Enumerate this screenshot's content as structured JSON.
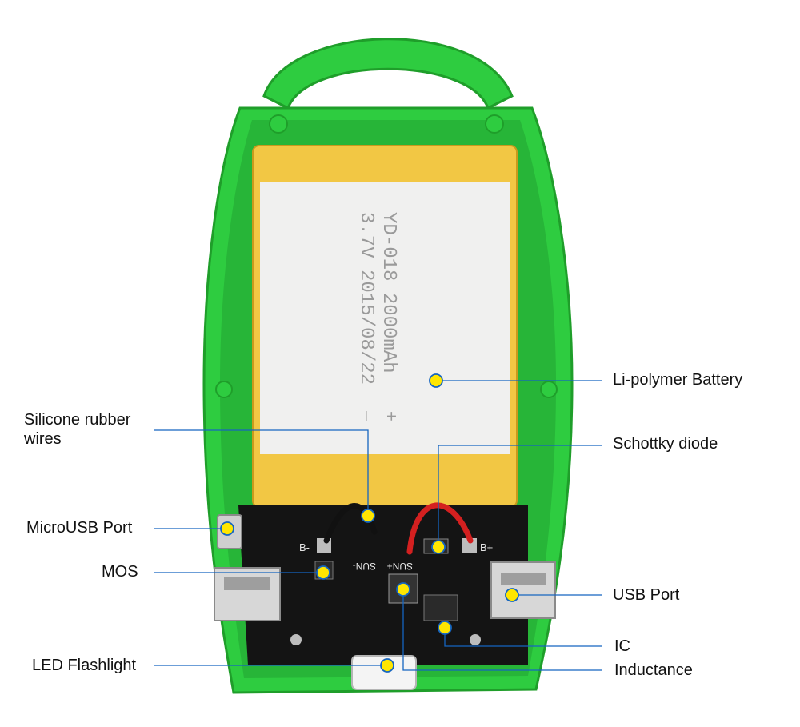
{
  "colors": {
    "shell_green": "#2ecc40",
    "shell_dark": "#1f9e2a",
    "battery_yellow": "#f2c744",
    "battery_body": "#f0f0ef",
    "pcb_black": "#141414",
    "callout_line": "#1565c0",
    "marker_fill": "#ffe600",
    "wire_red": "#d42020",
    "wire_black": "#111111"
  },
  "battery_print": {
    "line1": "YD-018 2000mAh",
    "line2": "3.7V 2015/08/22",
    "minus": "–",
    "plus": "+"
  },
  "pcb_print": {
    "b_minus": "B-",
    "b_plus": "B+",
    "sun_minus": "SUN-",
    "sun_plus": "SUN+"
  },
  "labels": {
    "li_polymer_battery": "Li-polymer Battery",
    "silicone_rubber_wires": "Silicone rubber wires",
    "schottky_diode": "Schottky diode",
    "microusb_port": "MicroUSB Port",
    "mos": "MOS",
    "usb_port": "USB Port",
    "ic": "IC",
    "led_flashlight": "LED Flashlight",
    "inductance": "Inductance"
  }
}
